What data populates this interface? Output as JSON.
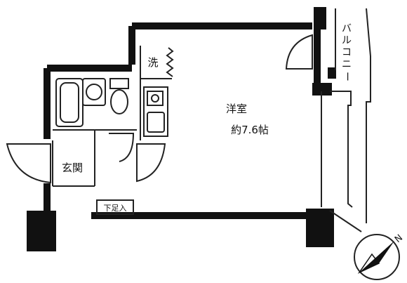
{
  "colors": {
    "wall": "#111111",
    "line": "#222222",
    "background": "#ffffff"
  },
  "rooms": {
    "western_room": {
      "name": "洋室",
      "size": "約7.6帖"
    },
    "laundry": "洗",
    "entrance": "玄関",
    "shoe_storage": "下足入",
    "balcony": [
      "バ",
      "ル",
      "コ",
      "ニ",
      "ー"
    ]
  },
  "compass": {
    "label": "N"
  },
  "icons": {
    "compass": "compass-icon",
    "toilet": "toilet-icon",
    "sink": "washbasin-icon",
    "stove": "stove-icon",
    "bathtub": "bathtub-icon"
  }
}
